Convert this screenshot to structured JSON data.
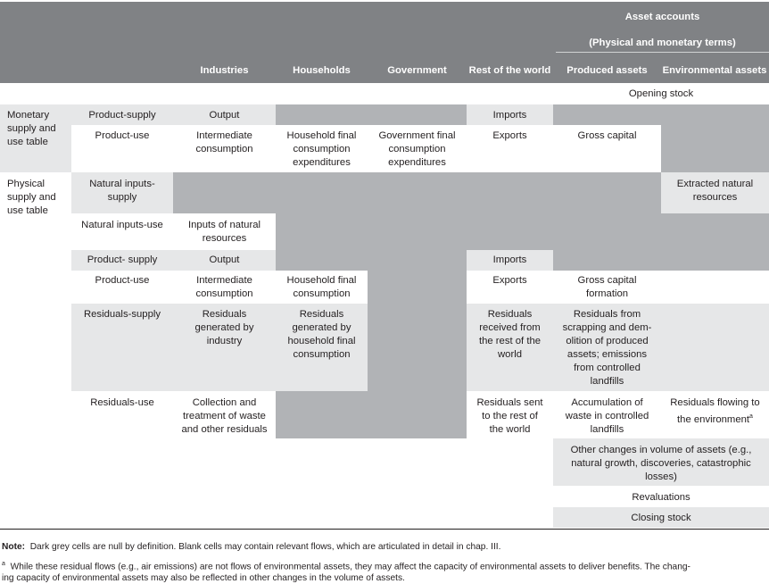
{
  "header": {
    "asset_accounts": "Asset accounts",
    "asset_terms": "(Physical and monetary terms)",
    "columns": [
      "Industries",
      "Households",
      "Government",
      "Rest of the world",
      "Produced assets",
      "Environmental assets"
    ]
  },
  "rows": {
    "opening_stock": "Opening stock",
    "monetary_label": [
      "Monetary",
      "supply and",
      "use table"
    ],
    "physical_label": [
      "Physical",
      "supply and",
      "use table"
    ],
    "m_product_supply": {
      "label": "Product-supply",
      "industries": "Output",
      "rest": "Imports"
    },
    "m_product_use": {
      "label": "Product-use",
      "industries": [
        "Intermediate",
        "consumption"
      ],
      "households": [
        "Household final",
        "consumption",
        "expenditures"
      ],
      "government": [
        "Government final",
        "consumption",
        "expenditures"
      ],
      "rest": "Exports",
      "produced": "Gross capital"
    },
    "natural_inputs_supply": {
      "label": [
        "Natural inputs-",
        "supply"
      ],
      "environmental": [
        "Extracted natural",
        "resources"
      ]
    },
    "natural_inputs_use": {
      "label": "Natural inputs-use",
      "industries": [
        "Inputs of natural",
        "resources"
      ]
    },
    "p_product_supply": {
      "label": "Product- supply",
      "industries": "Output",
      "rest": "Imports"
    },
    "p_product_use": {
      "label": "Product-use",
      "industries": [
        "Intermediate",
        "consumption"
      ],
      "households": [
        "Household final",
        "consumption"
      ],
      "rest": "Exports",
      "produced": [
        "Gross capital",
        "formation"
      ]
    },
    "residuals_supply": {
      "label": "Residuals-supply",
      "industries": [
        "Residuals",
        "generated by",
        "industry"
      ],
      "households": [
        "Residuals",
        "generated by",
        "household final",
        "consumption"
      ],
      "rest": [
        "Residuals",
        "received from",
        "the rest of the",
        "world"
      ],
      "produced": [
        "Residuals from",
        "scrapping and dem-",
        "olition of produced",
        "assets; emissions",
        "from controlled",
        "landfills"
      ]
    },
    "residuals_use": {
      "label": "Residuals-use",
      "industries": [
        "Collection and",
        "treatment of waste",
        "and other residuals"
      ],
      "rest": [
        "Residuals sent",
        "to the rest of",
        "the world"
      ],
      "produced": [
        "Accumulation of",
        "waste in controlled",
        "landfills"
      ],
      "environmental": [
        "Residuals flowing to",
        "the environment"
      ],
      "environmental_sup": "a"
    },
    "other_changes": [
      "Other changes in volume of assets (e.g.,",
      "natural growth, discoveries, catastrophic",
      "losses)"
    ],
    "revaluations": "Revaluations",
    "closing_stock": "Closing stock"
  },
  "notes": {
    "note_label": "Note:",
    "note_text": "Dark grey cells are null by definition. Blank cells may contain relevant flows, which are articulated in detail in chap. III.",
    "footnote_mark": "a",
    "footnote_lines": [
      "While these residual flows (e.g., air emissions) are not flows of environmental assets, they may affect the capacity of environmental assets to deliver benefits. The chang-",
      "ing capacity of environmental assets may also be reflected in other changes in the volume of assets."
    ]
  },
  "colors": {
    "header": "#808285",
    "dark_grey": "#b1b3b6",
    "light_grey": "#e6e7e8"
  }
}
